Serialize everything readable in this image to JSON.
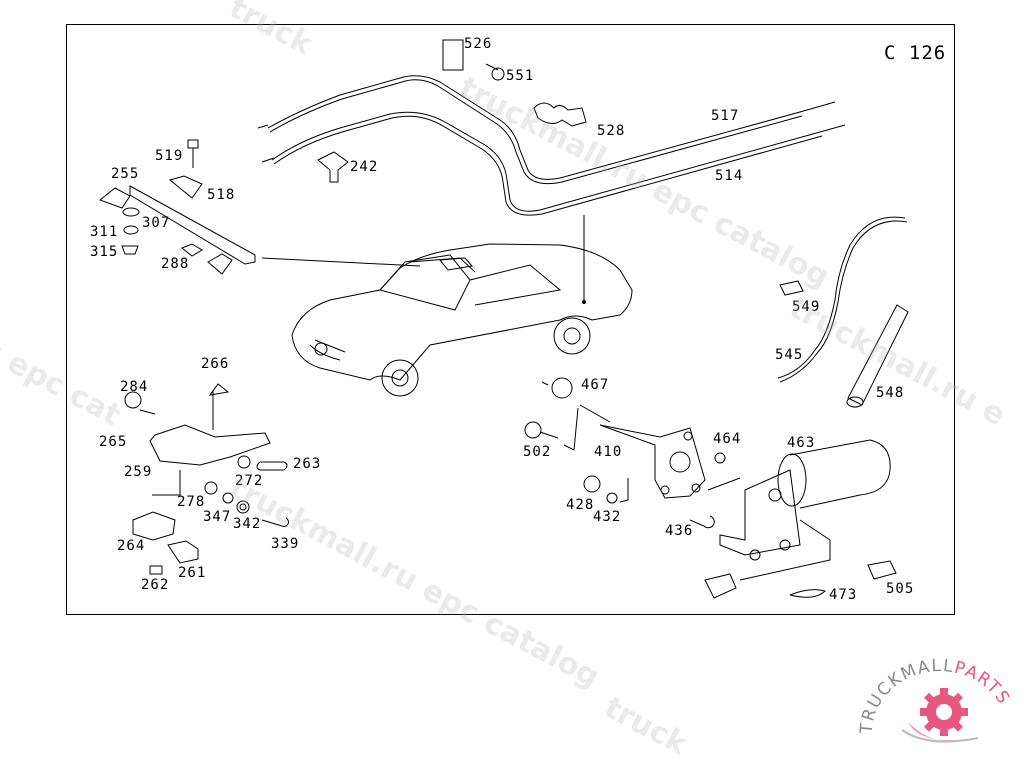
{
  "diagram": {
    "code": "C 126",
    "parts": [
      {
        "id": "526"
      },
      {
        "id": "551"
      },
      {
        "id": "528"
      },
      {
        "id": "517"
      },
      {
        "id": "514"
      },
      {
        "id": "519"
      },
      {
        "id": "255"
      },
      {
        "id": "518"
      },
      {
        "id": "242"
      },
      {
        "id": "307"
      },
      {
        "id": "311"
      },
      {
        "id": "315"
      },
      {
        "id": "288"
      },
      {
        "id": "549"
      },
      {
        "id": "545"
      },
      {
        "id": "548"
      },
      {
        "id": "266"
      },
      {
        "id": "284"
      },
      {
        "id": "265"
      },
      {
        "id": "259"
      },
      {
        "id": "263"
      },
      {
        "id": "272"
      },
      {
        "id": "278"
      },
      {
        "id": "347"
      },
      {
        "id": "342"
      },
      {
        "id": "339"
      },
      {
        "id": "264"
      },
      {
        "id": "261"
      },
      {
        "id": "262"
      },
      {
        "id": "467"
      },
      {
        "id": "502"
      },
      {
        "id": "410"
      },
      {
        "id": "464"
      },
      {
        "id": "463"
      },
      {
        "id": "428"
      },
      {
        "id": "432"
      },
      {
        "id": "436"
      },
      {
        "id": "473"
      },
      {
        "id": "505"
      }
    ]
  },
  "watermark": {
    "text_a": "truckmall.ru epc catalog",
    "text_b": "u epc cat",
    "text_c": "catalog",
    "text_d": "truckmall.ru e",
    "text_e": "truck"
  },
  "logo": {
    "brand_left": "TRUCKMALL",
    "brand_right": "PARTS",
    "accent_color": "#e8577f",
    "gray_color": "#8a8a8a"
  }
}
